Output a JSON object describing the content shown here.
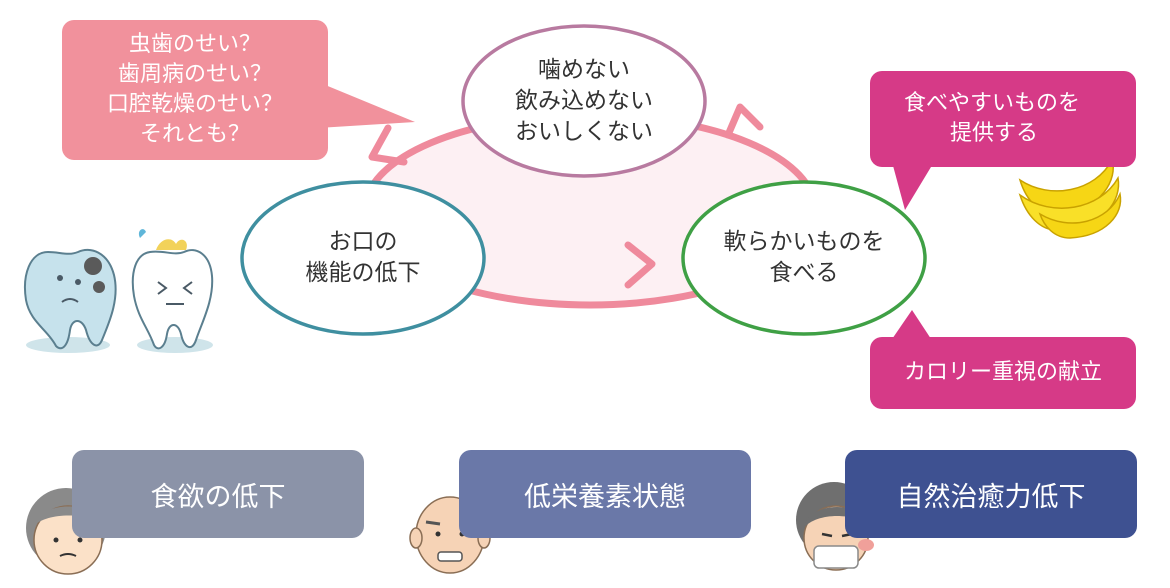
{
  "cycle": {
    "top": [
      "噛めない",
      "飲み込めない",
      "おいしくない"
    ],
    "left": [
      "お口の",
      "機能の低下"
    ],
    "right": [
      "軟らかいものを",
      "食べる"
    ]
  },
  "question_bubble": [
    "虫歯のせい？",
    "歯周病のせい？",
    "口腔乾燥のせい？",
    "それとも？"
  ],
  "advice_bubble_1": [
    "食べやすいものを",
    "提供する"
  ],
  "advice_bubble_2": [
    "カロリー重視の献立"
  ],
  "outcomes": [
    "食欲の低下",
    "低栄養素状態",
    "自然治癒力低下"
  ],
  "colors": {
    "cycle_arrow": "#ef8a9c",
    "top_border": "#b87aa0",
    "left_border": "#3f8fa0",
    "right_border": "#3fa045",
    "question_bg": "#f1919c",
    "advice_bg": "#d63a87",
    "outcome_1": "#8b93a8",
    "outcome_2": "#6a78a8",
    "outcome_3": "#3e5191"
  },
  "icons": [
    "sad-tooth-icon",
    "sweating-tooth-icon",
    "banana-icon",
    "elderly-woman-icon",
    "elderly-man-icon",
    "masked-elderly-woman-icon"
  ]
}
